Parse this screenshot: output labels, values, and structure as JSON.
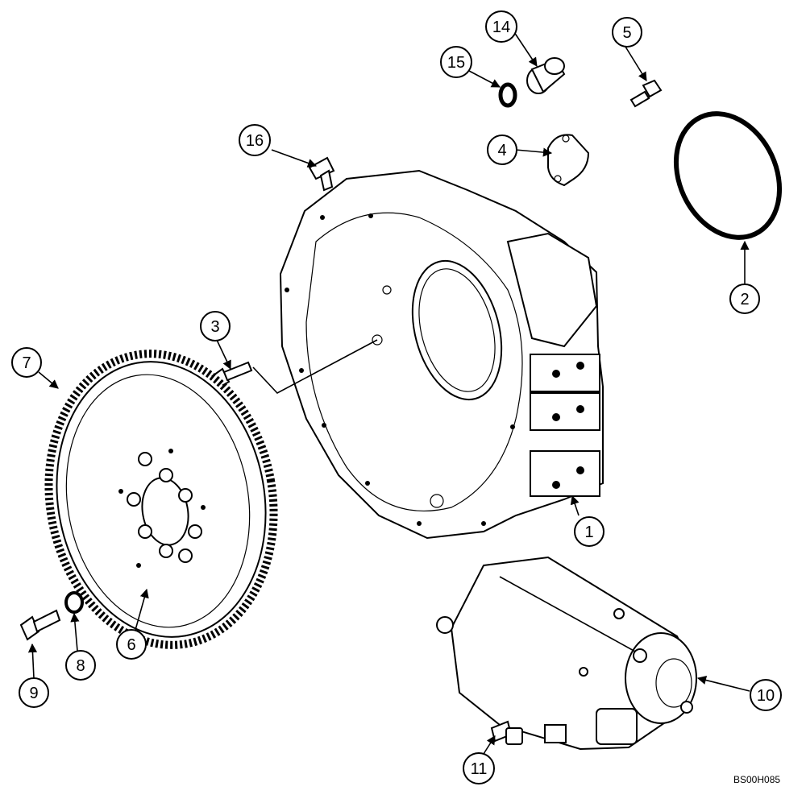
{
  "reference_code": "BS00H085",
  "callouts": [
    {
      "id": "1",
      "label": "1"
    },
    {
      "id": "2",
      "label": "2"
    },
    {
      "id": "3",
      "label": "3"
    },
    {
      "id": "4",
      "label": "4"
    },
    {
      "id": "5",
      "label": "5"
    },
    {
      "id": "6",
      "label": "6"
    },
    {
      "id": "7",
      "label": "7"
    },
    {
      "id": "8",
      "label": "8"
    },
    {
      "id": "9",
      "label": "9"
    },
    {
      "id": "10",
      "label": "10"
    },
    {
      "id": "11",
      "label": "11"
    },
    {
      "id": "14",
      "label": "14"
    },
    {
      "id": "15",
      "label": "15"
    },
    {
      "id": "16",
      "label": "16"
    }
  ]
}
